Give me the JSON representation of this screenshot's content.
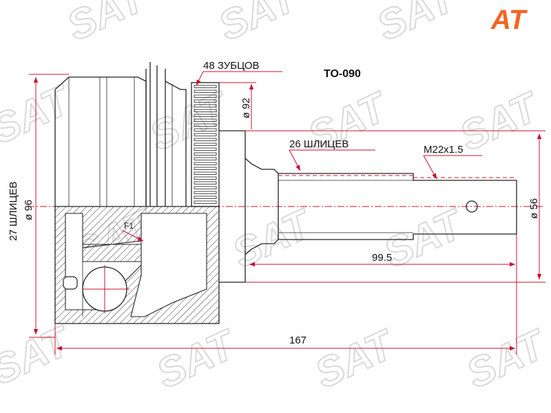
{
  "brand": {
    "logo_text": "AT",
    "watermark_text": "SAT",
    "colors": {
      "logo_orange": "#f26522",
      "logo_blue": "#1b3f8f",
      "dimension_red": "#c8102e"
    }
  },
  "drawing": {
    "part_number": "TO-090",
    "labels": {
      "teeth": "48 ЗУБЦОВ",
      "spline_outer": "26 ШЛИЦЕВ",
      "thread": "M22x1.5",
      "diameter_92": "ø 92",
      "diameter_56": "ø 56",
      "spline_inner": "27 ШЛИЦЕВ",
      "diameter_96": "ø 96",
      "length_shaft": "99.5",
      "length_total": "167",
      "section_mark": "F1"
    }
  }
}
